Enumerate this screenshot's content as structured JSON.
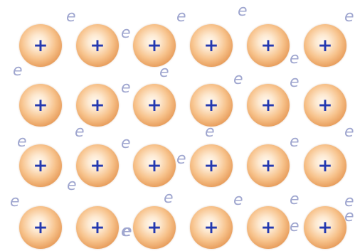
{
  "lattice": {
    "rows": 4,
    "cols": 6,
    "ion_symbol": "+",
    "electron_symbol": "e",
    "electron_count": 28
  },
  "colors": {
    "background": "#ffffff",
    "ion_core": "#fde8cf",
    "ion_edge": "#c97a3f",
    "plus_sign": "#2439b0",
    "electron": "#9fa6cf"
  }
}
